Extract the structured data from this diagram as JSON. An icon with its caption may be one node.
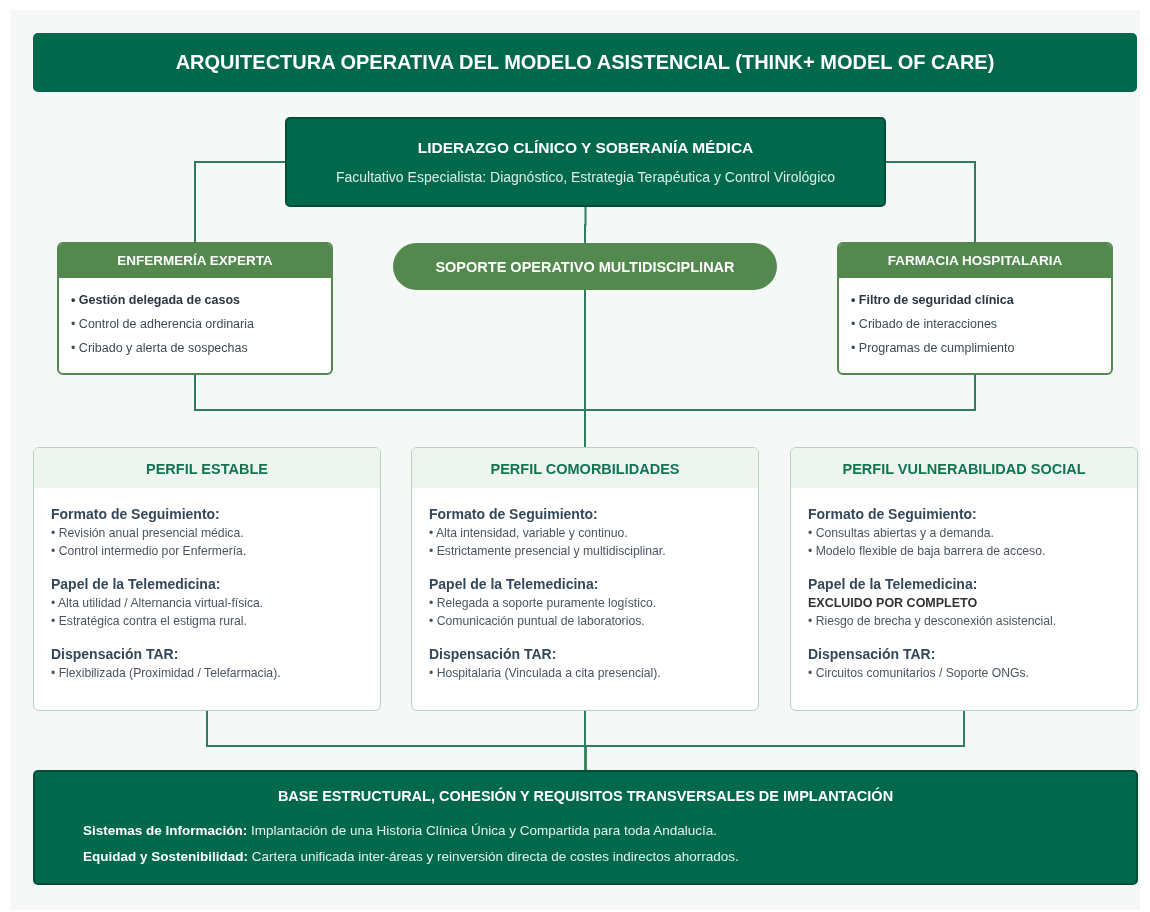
{
  "diagram": {
    "title": "ARQUITECTURA OPERATIVA DEL MODELO ASISTENCIAL (THINK+ MODEL OF CARE)",
    "nodes": [
      {
        "text": [
          "LIDERAZGO CLÍNICO Y SOBERANÍA MÉDICA",
          "Facultativo Especialista: Diagnóstico, Estrategia Terapéutica y Control Virológico"
        ]
      },
      {
        "text": [
          "ENFERMERÍA EXPERTA",
          "• Gestión delegada de casos",
          "• Control de adherencia ordinaria",
          "• Cribado y alerta de sospechas"
        ]
      },
      {
        "text": [
          "SOPORTE OPERATIVO MULTIDISCIPLINAR"
        ]
      },
      {
        "text": [
          "FARMACIA HOSPITALARIA",
          "• Filtro de seguridad clínica",
          "• Cribado de interacciones",
          "• Programas de cumplimiento"
        ]
      },
      {
        "text": [
          "PERFIL ESTABLE",
          "Formato de Seguimiento:",
          "• Revisión anual presencial médica.",
          "• Control intermedio por Enfermería.",
          "Papel de la Telemedicina:",
          "• Alta utilidad / Alternancia virtual-física.",
          "• Estratégica contra el estigma rural.",
          "Dispensación TAR:",
          "• Flexibilizada (Proximidad / Telefarmacia)."
        ]
      },
      {
        "text": [
          "PERFIL COMORBILIDADES",
          "Formato de Seguimiento:",
          "• Alta intensidad, variable y continuo.",
          "• Estrictamente presencial y multidisciplinar.",
          "Papel de la Telemedicina:",
          "• Relegada a soporte puramente logístico.",
          "• Comunicación puntual de laboratorios.",
          "Dispensación TAR:",
          "• Hospitalaria (Vinculada a cita presencial)."
        ]
      },
      {
        "text": [
          "PERFIL VULNERABILIDAD SOCIAL",
          "Formato de Seguimiento:",
          "• Consultas abiertas y a demanda.",
          "• Modelo flexible de baja barrera de acceso.",
          "Papel de la Telemedicina:",
          "EXCLUIDO POR COMPLETO",
          "• Riesgo de brecha y desconexión asistencial.",
          "Dispensación TAR:",
          "• Circuitos comunitarios / Soporte ONGs."
        ]
      },
      {
        "text": [
          "BASE ESTRUCTURAL, COHESIÓN Y REQUISITOS TRANSVERSALES DE IMPLANTACIÓN",
          "**Sistemas de Información:** Implantación de una Historia Clínica Única y Compartida para toda Andalucía.",
          "**Equidad y Sostenibilidad:** Cartera unificada inter-áreas y reinversión directa de costes indirectos ahorrados."
        ]
      }
    ],
    "edges": [
      {
        "from": 0,
        "to": 1,
        "arrow": "none"
      },
      {
        "from": 0,
        "to": 2,
        "arrow": "none"
      },
      {
        "from": 0,
        "to": 3,
        "arrow": "none"
      },
      {
        "from": 1,
        "to": 5,
        "arrow": "none"
      },
      {
        "from": 2,
        "to": 5,
        "arrow": "none"
      },
      {
        "from": 3,
        "to": 5,
        "arrow": "none"
      },
      {
        "from": 4,
        "to": 7,
        "arrow": "none"
      },
      {
        "from": 5,
        "to": 7,
        "arrow": "none"
      },
      {
        "from": 6,
        "to": 7,
        "arrow": "none"
      }
    ]
  }
}
